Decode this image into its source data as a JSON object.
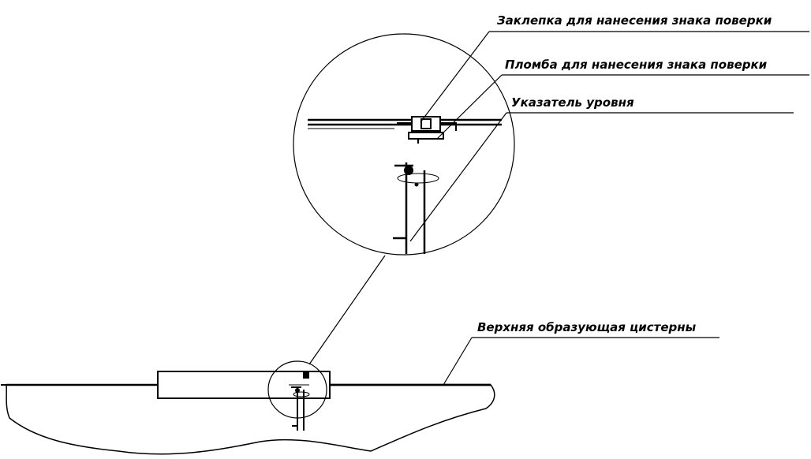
{
  "labels": {
    "rivet": "Заклепка для нанесения знака поверки",
    "seal": "Пломба для нанесения знака поверки",
    "level_pointer": "Указатель уровня",
    "tank_top": "Верхняя образующая цистерны"
  }
}
